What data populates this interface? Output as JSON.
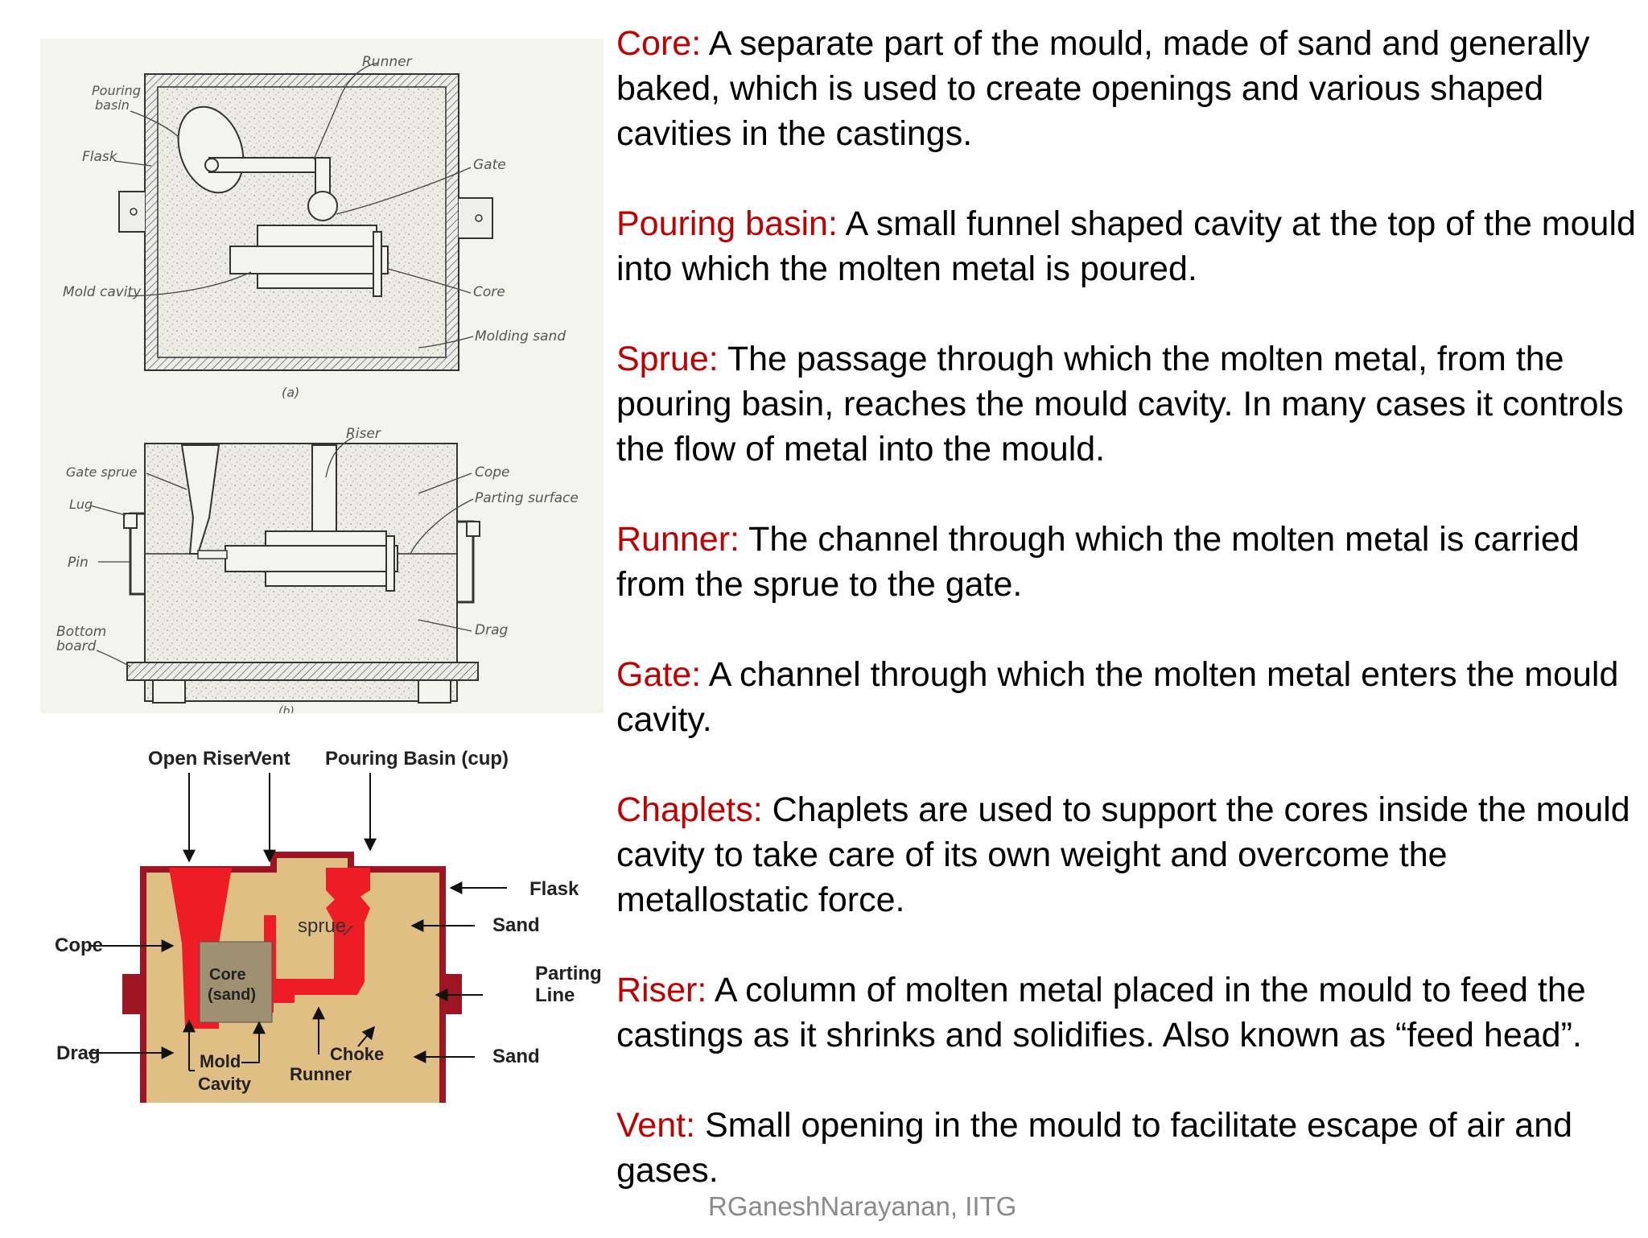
{
  "figure_a": {
    "labels": {
      "runner": "Runner",
      "pouring_basin_1": "Pouring",
      "pouring_basin_2": "basin",
      "flask": "Flask",
      "gate": "Gate",
      "mold_cavity": "Mold cavity",
      "core": "Core",
      "molding_sand": "Molding sand",
      "caption_a": "(a)",
      "riser": "Riser",
      "gate_sprue": "Gate sprue",
      "lug": "Lug",
      "pin": "Pin",
      "bottom_board_1": "Bottom",
      "bottom_board_2": "board",
      "cope": "Cope",
      "parting_surface": "Parting surface",
      "drag": "Drag",
      "caption_b": "(b)"
    }
  },
  "figure_b": {
    "colors": {
      "sand": "#e0bf84",
      "metal": "#ee1c25",
      "flask": "#9b1622",
      "core": "#9e9070"
    },
    "labels": {
      "open_riser": "Open Riser",
      "vent": "Vent",
      "pouring_basin": "Pouring Basin (cup)",
      "flask": "Flask",
      "sand_top": "Sand",
      "sprue": "sprue",
      "cope": "Cope",
      "core_1": "Core",
      "core_2": "(sand)",
      "parting_1": "Parting",
      "parting_2": "Line",
      "drag": "Drag",
      "mold_1": "Mold",
      "mold_2": "Cavity",
      "choke": "Choke",
      "runner": "Runner",
      "sand_bottom": "Sand"
    }
  },
  "definitions": [
    {
      "term": "Core:",
      "text": " A separate part of the mould, made of sand and generally baked, which is used to create openings and various shaped cavities in the castings."
    },
    {
      "term": "Pouring basin:",
      "text": " A small funnel shaped cavity at the top of the mould into which the molten metal is poured."
    },
    {
      "term": "Sprue:",
      "text": " The passage through which the molten metal, from the pouring basin, reaches the mould cavity. In many cases it controls the flow of metal into the mould."
    },
    {
      "term": "Runner:",
      "text": " The channel through which the molten metal is carried from the sprue to the gate."
    },
    {
      "term": "Gate:",
      "text": " A channel through which the molten metal enters the mould cavity."
    },
    {
      "term": "Chaplets:",
      "text": " Chaplets are used to support the cores inside the mould cavity to take care of its own weight and overcome the metallostatic force."
    },
    {
      "term": "Riser:",
      "text": " A column of molten metal placed in the mould to feed the castings as it shrinks and solidifies. Also known as “feed head”."
    },
    {
      "term": "Vent:",
      "text": " Small opening in the mould to facilitate escape of air and gases."
    }
  ],
  "footer": "RGaneshNarayanan, IITG"
}
